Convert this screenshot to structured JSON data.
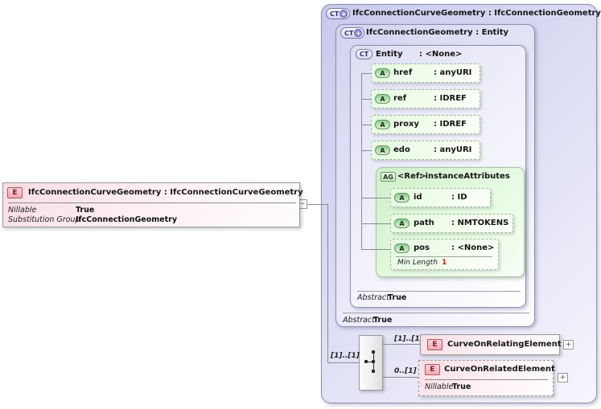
{
  "left_element": {
    "badge": "E",
    "title": "IfcConnectionCurveGeometry : IfcConnectionCurveGeometry",
    "collapse_glyph": "−",
    "props": [
      {
        "name": "Nillable",
        "value": "True"
      },
      {
        "name": "Substitution Group",
        "value": "IfcConnectionGeometry"
      }
    ]
  },
  "outer_complex_type": {
    "badge": "CT",
    "plus_glyph": "+",
    "title": "IfcConnectionCurveGeometry : IfcConnectionGeometry"
  },
  "inner_complex_type": {
    "badge": "CT",
    "plus_glyph": "+",
    "title": "IfcConnectionGeometry : Entity",
    "abstract": {
      "name": "Abstract",
      "value": "True"
    }
  },
  "entity_type": {
    "badge": "CT",
    "name": "Entity",
    "type": ": <None>",
    "abstract": {
      "name": "Abstract",
      "value": "True"
    },
    "attributes": [
      {
        "badge": "A",
        "name": "href",
        "type": ": anyURI"
      },
      {
        "badge": "A",
        "name": "ref",
        "type": ": IDREF"
      },
      {
        "badge": "A",
        "name": "proxy",
        "type": ": IDREF"
      },
      {
        "badge": "A",
        "name": "edo",
        "type": ": anyURI"
      }
    ]
  },
  "attribute_group": {
    "badge": "AG",
    "name": "<Ref>",
    "type": ": instanceAttributes",
    "attributes": [
      {
        "badge": "A",
        "name": "id",
        "type": ": ID"
      },
      {
        "badge": "A",
        "name": "path",
        "type": ": NMTOKENS"
      },
      {
        "badge": "A",
        "name": "pos",
        "type": ": <None>",
        "facet": {
          "name": "Min Length",
          "value": "1"
        }
      }
    ]
  },
  "sequence": {
    "incoming_cardinality": "[1]..[1]",
    "children": [
      {
        "badge": "E",
        "cardinality": "[1]..[1]",
        "title": "CurveOnRelatingElement",
        "expander": "+"
      },
      {
        "badge": "E",
        "cardinality": "0..[1]",
        "title": "CurveOnRelatedElement",
        "expander": "+",
        "props": [
          {
            "name": "Nillable",
            "value": "True"
          }
        ]
      }
    ]
  },
  "colors": {
    "complex_type_fill": "#ccccee",
    "attribute_fill": "#e6fbe2",
    "attribute_group_fill": "#d8f3d2",
    "element_fill": "#f8dde3",
    "badge_green": "#8fcc8f",
    "badge_pink": "#f3a8b4",
    "badge_lavender": "#9191d8",
    "facet_value_red": "#cc2222",
    "line_gray": "#8c8c8c"
  }
}
